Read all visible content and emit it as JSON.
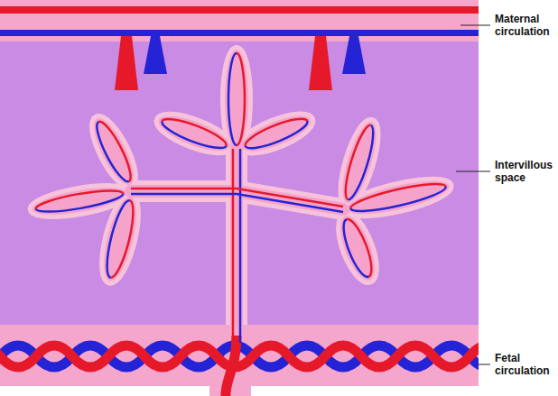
{
  "diagram": {
    "labels": [
      "Maternal circulation",
      "Intervillous space",
      "Fetal circulation"
    ]
  }
}
